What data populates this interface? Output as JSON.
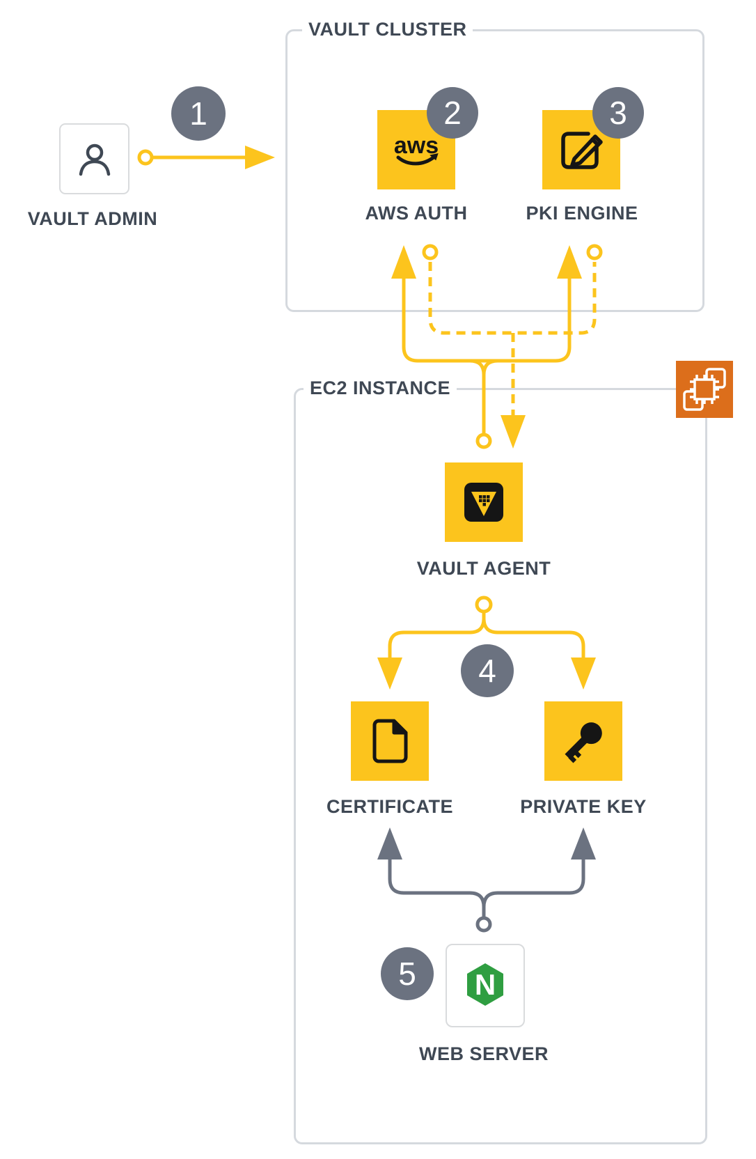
{
  "diagram": {
    "groups": {
      "vault_cluster": {
        "title": "VAULT CLUSTER"
      },
      "ec2_instance": {
        "title": "EC2 INSTANCE"
      }
    },
    "nodes": {
      "vault_admin": {
        "label": "VAULT ADMIN"
      },
      "aws_auth": {
        "label": "AWS AUTH",
        "logo_text": "aws"
      },
      "pki_engine": {
        "label": "PKI ENGINE"
      },
      "vault_agent": {
        "label": "VAULT AGENT"
      },
      "certificate": {
        "label": "CERTIFICATE"
      },
      "private_key": {
        "label": "PRIVATE KEY"
      },
      "web_server": {
        "label": "WEB SERVER",
        "logo_letter": "N"
      }
    },
    "steps": [
      "1",
      "2",
      "3",
      "4",
      "5"
    ],
    "colors": {
      "accent_yellow": "#FCC41D",
      "badge_gray": "#6B7280",
      "label_text": "#3F4854",
      "box_border": "#D5D9DE",
      "nginx_green": "#2F9E41",
      "ec2_orange": "#DC6E1B",
      "icon_black": "#151515"
    },
    "icons": [
      "user-icon",
      "aws-logo-icon",
      "edit-icon",
      "vault-logo-icon",
      "file-icon",
      "key-icon",
      "nginx-icon",
      "ec2-chip-icon"
    ]
  }
}
